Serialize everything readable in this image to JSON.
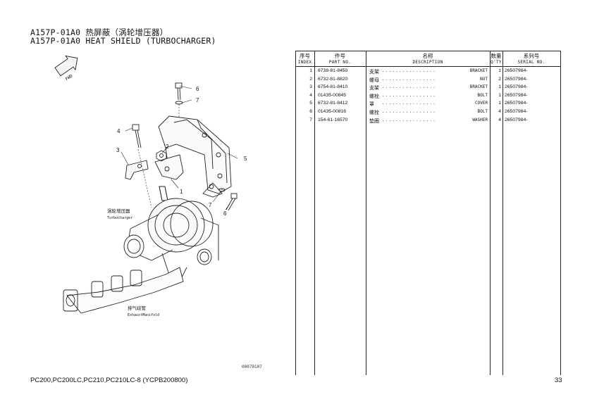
{
  "header": {
    "title_cn": "A157P-01A0 热屏蔽（涡轮增压器）",
    "title_en": "A157P-01A0 HEAT SHIELD (TURBOCHARGER)"
  },
  "diagram": {
    "fwd_label": "FWD",
    "turbo_label_cn": "涡轮增压器",
    "turbo_label_en": "Turbocharger",
    "manifold_label_cn": "排气歧管",
    "manifold_label_en": "ExhaustManifold",
    "callouts": [
      "6",
      "7",
      "4",
      "2",
      "3",
      "5",
      "1",
      "7",
      "6"
    ],
    "figure_code": "00070107"
  },
  "table": {
    "headers": {
      "index_cn": "序号",
      "index_en": "INDEX",
      "part_cn": "件号",
      "part_en": "PART NO.",
      "desc_cn": "名称",
      "desc_en": "DESCRIPTION",
      "qty_cn": "数量",
      "qty_en": "Q'TY",
      "serial_cn": "系列号",
      "serial_en": "SERIAL NO."
    },
    "rows": [
      {
        "index": "1",
        "part_no": "6738-81-8450",
        "desc_cn": "支架",
        "desc_en": "BRACKET",
        "qty": "1",
        "serial": "26507984-"
      },
      {
        "index": "2",
        "part_no": "6732-81-8820",
        "desc_cn": "螺母",
        "desc_en": "NUT",
        "qty": "2",
        "serial": "26507984-"
      },
      {
        "index": "3",
        "part_no": "6754-81-8410",
        "desc_cn": "支架",
        "desc_en": "BRACKET",
        "qty": "1",
        "serial": "26507984-"
      },
      {
        "index": "4",
        "part_no": "01435-00845",
        "desc_cn": "螺栓",
        "desc_en": "BOLT",
        "qty": "1",
        "serial": "26507984-"
      },
      {
        "index": "5",
        "part_no": "6732-81-8412",
        "desc_cn": "罩",
        "desc_en": "COVER",
        "qty": "1",
        "serial": "26507984-"
      },
      {
        "index": "6",
        "part_no": "01435-00816",
        "desc_cn": "螺栓",
        "desc_en": "BOLT",
        "qty": "4",
        "serial": "26507984-"
      },
      {
        "index": "7",
        "part_no": "154-61-16570",
        "desc_cn": "垫圈",
        "desc_en": "WASHER",
        "qty": "4",
        "serial": "26507984-"
      }
    ]
  },
  "footer": {
    "models": "PC200,PC200LC,PC210,PC210LC-8 (YCPB200800)",
    "page": "33"
  }
}
